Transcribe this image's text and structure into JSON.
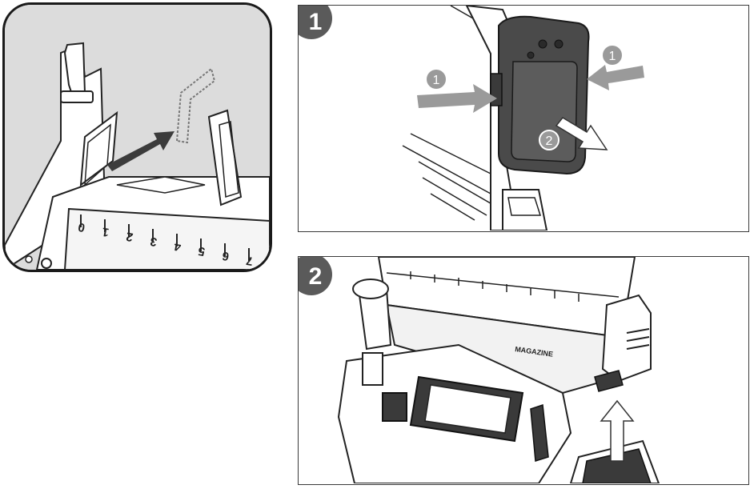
{
  "detail": {
    "scale_marks": [
      "0",
      "1",
      "2",
      "3",
      "4",
      "5",
      "6",
      "7"
    ]
  },
  "step1": {
    "step_number": "1",
    "callouts": [
      "1",
      "1",
      "2"
    ]
  },
  "step2": {
    "step_number": "2",
    "magazine_label": "MAGAZINE"
  },
  "colors": {
    "badge": "#5a5a5a",
    "arrow": "#9a9a9a",
    "battery": "#4a4a4a",
    "detail_bg": "#dcdcdc"
  }
}
